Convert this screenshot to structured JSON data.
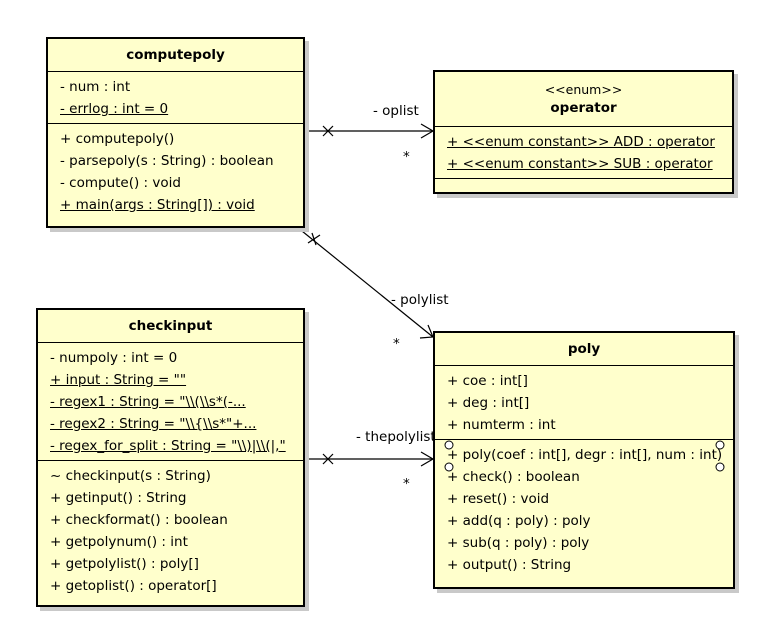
{
  "classes": {
    "computepoly": {
      "name": "computepoly",
      "attributes": [
        {
          "text": "- num : int",
          "static": false
        },
        {
          "text": "- errlog : int = 0",
          "static": true
        }
      ],
      "operations": [
        {
          "text": "+ computepoly()",
          "static": false
        },
        {
          "text": "- parsepoly(s : String) : boolean",
          "static": false
        },
        {
          "text": "- compute() : void",
          "static": false
        },
        {
          "text": "+ main(args : String[]) : void",
          "static": true
        }
      ]
    },
    "operator": {
      "stereotype": "<<enum>>",
      "name": "operator",
      "literals": [
        {
          "text": "+ <<enum constant>> ADD : operator",
          "static": true
        },
        {
          "text": "+ <<enum constant>> SUB : operator",
          "static": true
        }
      ]
    },
    "checkinput": {
      "name": "checkinput",
      "attributes": [
        {
          "text": "- numpoly : int = 0",
          "static": false
        },
        {
          "text": "+ input : String = \"\"",
          "static": true
        },
        {
          "text": "- regex1 : String = \"\\\\(\\\\s*(-...",
          "static": true
        },
        {
          "text": "- regex2 : String = \"\\\\{\\\\s*\"+...",
          "static": true
        },
        {
          "text": "- regex_for_split : String = \"\\\\)|\\\\(|,\"",
          "static": true
        }
      ],
      "operations": [
        {
          "text": "~ checkinput(s : String)",
          "static": false
        },
        {
          "text": "+ getinput() : String",
          "static": false
        },
        {
          "text": "+ checkformat() : boolean",
          "static": false
        },
        {
          "text": "+ getpolynum() : int",
          "static": false
        },
        {
          "text": "+ getpolylist() : poly[]",
          "static": false
        },
        {
          "text": "+ getoplist() : operator[]",
          "static": false
        }
      ]
    },
    "poly": {
      "name": "poly",
      "attributes": [
        {
          "text": "+ coe : int[]",
          "static": false
        },
        {
          "text": "+ deg : int[]",
          "static": false
        },
        {
          "text": "+ numterm : int",
          "static": false
        }
      ],
      "operations": [
        {
          "text": "+ poly(coef : int[], degr : int[], num : int)",
          "static": false
        },
        {
          "text": "+ check() : boolean",
          "static": false
        },
        {
          "text": "+ reset() : void",
          "static": false
        },
        {
          "text": "+ add(q : poly) : poly",
          "static": false
        },
        {
          "text": "+ sub(q : poly) : poly",
          "static": false
        },
        {
          "text": "+ output() : String",
          "static": false
        }
      ]
    }
  },
  "associations": [
    {
      "from": "computepoly",
      "to": "operator",
      "role": "- oplist",
      "multiplicity": "*"
    },
    {
      "from": "computepoly",
      "to": "poly",
      "role": "- polylist",
      "multiplicity": "*"
    },
    {
      "from": "checkinput",
      "to": "poly",
      "role": "- thepolylist",
      "multiplicity": "*"
    }
  ]
}
